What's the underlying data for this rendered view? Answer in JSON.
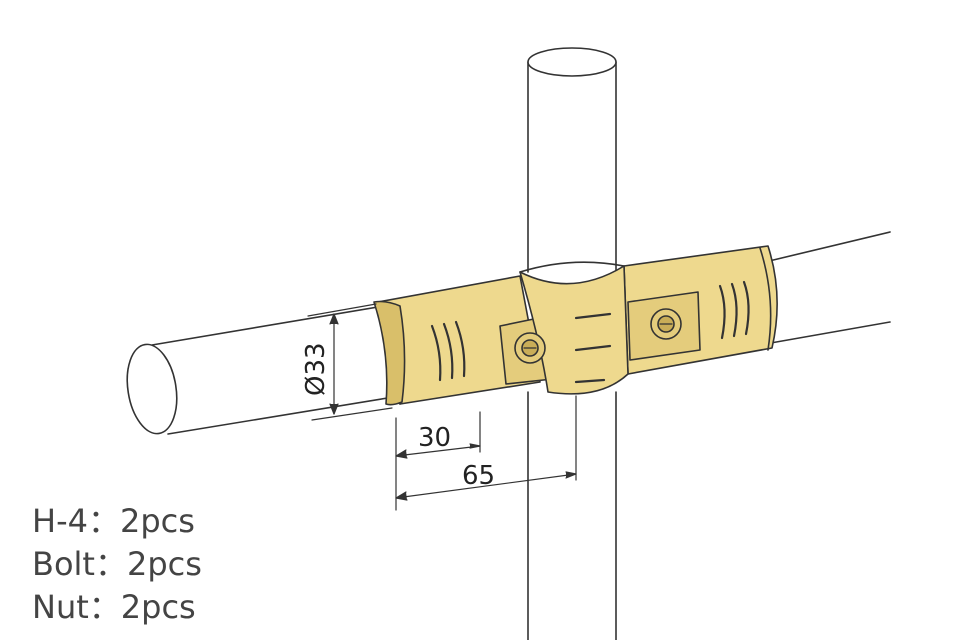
{
  "colors": {
    "brass": "#eed98e",
    "brass_shadow": "#d9bf6a",
    "outline": "#333333",
    "background": "#ffffff"
  },
  "dimensions": {
    "diameter_label": "Ø33",
    "short_length_label": "30",
    "long_length_label": "65"
  },
  "parts": [
    {
      "label": "H-4：2pcs"
    },
    {
      "label": "Bolt：2pcs"
    },
    {
      "label": "Nut：2pcs"
    }
  ]
}
